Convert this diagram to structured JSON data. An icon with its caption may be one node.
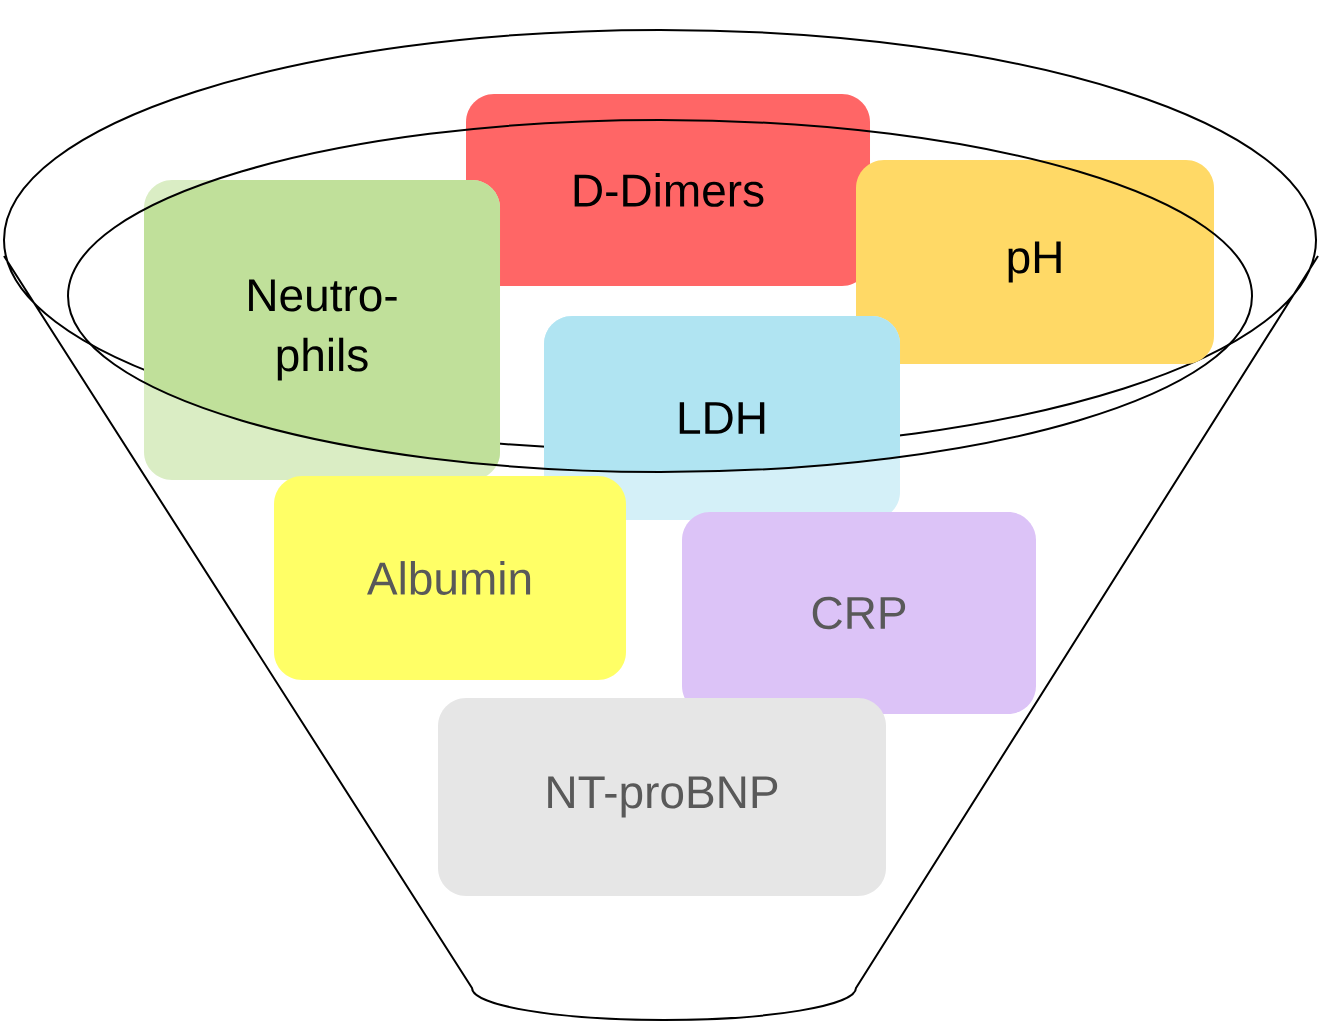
{
  "diagram": {
    "nodes": [
      {
        "text": [
          "D-Dimers"
        ]
      },
      {
        "text": [
          "Neutro-phils"
        ]
      },
      {
        "text": [
          "pH"
        ]
      },
      {
        "text": [
          "LDH"
        ]
      },
      {
        "text": [
          "Albumin"
        ]
      },
      {
        "text": [
          "CRP"
        ]
      },
      {
        "text": [
          "NT-proBNP"
        ]
      }
    ]
  }
}
